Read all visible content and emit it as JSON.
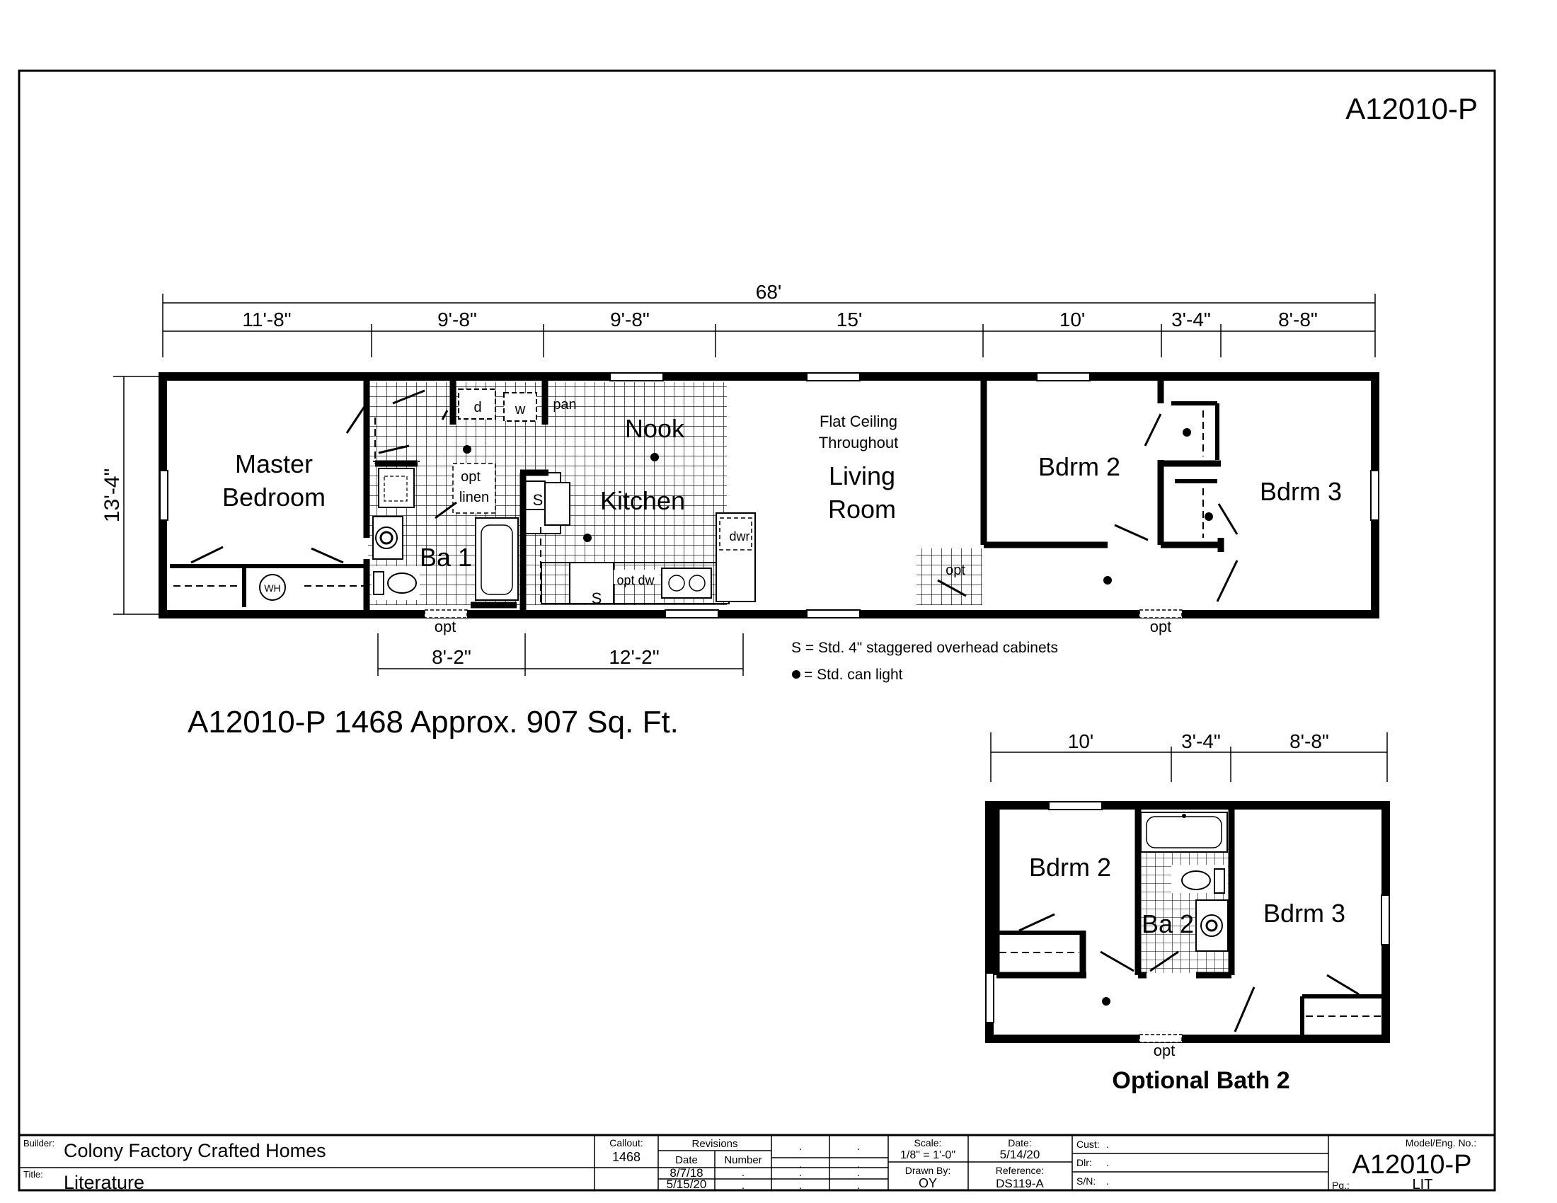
{
  "model_code": "A12010-P",
  "overall_width": "68'",
  "depth": "13'-4\"",
  "top_dims": [
    "11'-8\"",
    "9'-8\"",
    "9'-8\"",
    "15'",
    "10'",
    "3'-4\"",
    "8'-8\""
  ],
  "bottom_dims": [
    "8'-2\"",
    "12'-2\""
  ],
  "rooms": {
    "master_line1": "Master",
    "master_line2": "Bedroom",
    "ba1": "Ba 1",
    "nook": "Nook",
    "kitchen": "Kitchen",
    "flat_ceiling_1": "Flat Ceiling",
    "flat_ceiling_2": "Throughout",
    "living_1": "Living",
    "living_2": "Room",
    "bdrm2": "Bdrm 2",
    "bdrm3": "Bdrm 3"
  },
  "fixtures": {
    "d": "d",
    "w": "w",
    "pan": "pan",
    "opt": "opt",
    "linen": "linen",
    "s": "S",
    "opt_dw": "opt dw",
    "dwr": "dwr",
    "wh": "WH"
  },
  "opt_labels": [
    "opt",
    "opt",
    "opt"
  ],
  "legend": {
    "s_note": "S = Std. 4\" staggered overhead cabinets",
    "light_note": "= Std. can light"
  },
  "summary": "A12010-P 1468  Approx. 907 Sq. Ft.",
  "optional": {
    "dims": [
      "10'",
      "3'-4\"",
      "8'-8\""
    ],
    "bdrm2": "Bdrm 2",
    "ba2": "Ba 2",
    "bdrm3": "Bdrm 3",
    "opt": "opt",
    "title": "Optional Bath 2"
  },
  "title_block": {
    "builder_label": "Builder:",
    "builder_value": "Colony Factory Crafted Homes",
    "title_label": "Title:",
    "title_value": "Literature",
    "callout_label": "Callout:",
    "callout_value": "1468",
    "revisions_label": "Revisions",
    "date_label": "Date",
    "number_label": "Number",
    "rev_dates": [
      "8/7/18",
      "5/15/20"
    ],
    "dot": ".",
    "scale_label": "Scale:",
    "scale_value": "1/8\" = 1'-0\"",
    "drawn_label": "Drawn By:",
    "drawn_value": "OY",
    "date_label2": "Date:",
    "date_value": "5/14/20",
    "reference_label": "Reference:",
    "reference_value": "DS119-A",
    "cust_label": "Cust:",
    "dlr_label": "Dlr:",
    "sn_label": "S/N:",
    "model_label": "Model/Eng. No.:",
    "model_value": "A12010-P",
    "pg_label": "Pg.:",
    "pg_value": "LIT"
  }
}
